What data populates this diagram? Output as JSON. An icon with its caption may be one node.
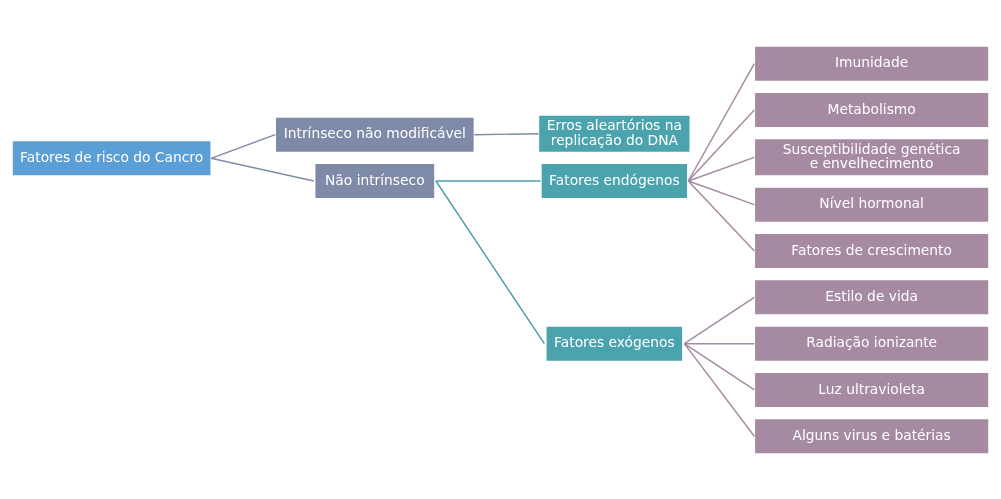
{
  "diagram": {
    "nodes": [
      {
        "text": [
          "Fatores de risco do Cancro"
        ]
      },
      {
        "text": [
          "Intrínseco não modificável"
        ]
      },
      {
        "text": [
          "Não intrínseco"
        ]
      },
      {
        "text": [
          "Erros aleartórios na replicação do DNA"
        ]
      },
      {
        "text": [
          "Fatores endógenos"
        ]
      },
      {
        "text": [
          "Fatores exógenos"
        ]
      },
      {
        "text": [
          "Imunidade"
        ]
      },
      {
        "text": [
          "Metabolismo"
        ]
      },
      {
        "text": [
          "Susceptibilidade genética e envelhecimento"
        ]
      },
      {
        "text": [
          "Nível hormonal"
        ]
      },
      {
        "text": [
          "Fatores de crescimento"
        ]
      },
      {
        "text": [
          "Estilo de vida"
        ]
      },
      {
        "text": [
          "Radiação ionizante"
        ]
      },
      {
        "text": [
          "Luz ultravioleta"
        ]
      },
      {
        "text": [
          "Alguns virus e batérias"
        ]
      }
    ],
    "edges": [
      {
        "from": 0,
        "to": 1,
        "arrow": "none",
        "color": "#7f8aa8"
      },
      {
        "from": 0,
        "to": 2,
        "arrow": "none",
        "color": "#7f8aa8"
      },
      {
        "from": 1,
        "to": 3,
        "arrow": "none",
        "color": "#7f8aa8"
      },
      {
        "from": 2,
        "to": 4,
        "arrow": "none",
        "color": "#4aa3ad"
      },
      {
        "from": 2,
        "to": 5,
        "arrow": "none",
        "color": "#4aa3ad"
      },
      {
        "from": 4,
        "to": 6,
        "arrow": "none"
      },
      {
        "from": 4,
        "to": 7,
        "arrow": "none"
      },
      {
        "from": 4,
        "to": 8,
        "arrow": "none"
      },
      {
        "from": 4,
        "to": 9,
        "arrow": "none"
      },
      {
        "from": 4,
        "to": 10,
        "arrow": "none"
      },
      {
        "from": 5,
        "to": 11,
        "arrow": "none"
      },
      {
        "from": 5,
        "to": 12,
        "arrow": "none"
      },
      {
        "from": 5,
        "to": 13,
        "arrow": "none"
      },
      {
        "from": 5,
        "to": 14,
        "arrow": "none"
      }
    ]
  }
}
